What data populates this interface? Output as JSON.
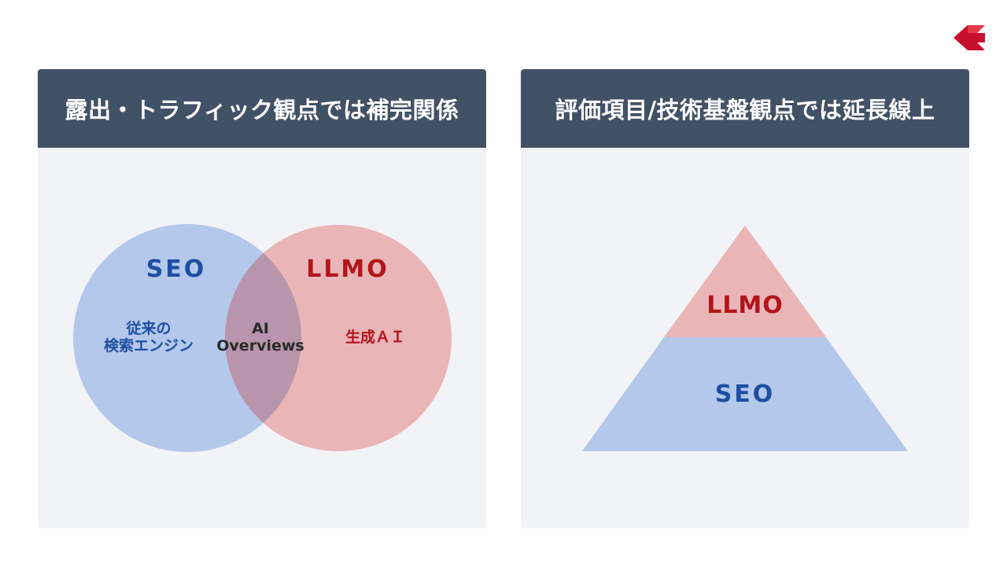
{
  "left_panel": {
    "title": "露出・トラフィック観点では補完関係",
    "venn": {
      "left_set": {
        "name": "SEO",
        "description": "従来の\n検索エンジン",
        "color": "#b3c8eb"
      },
      "right_set": {
        "name": "LLMO",
        "description": "生成ＡＩ",
        "color": "#e9b5b7"
      },
      "overlap": {
        "description": "AI\nOverviews",
        "color": "#b895ad"
      }
    }
  },
  "right_panel": {
    "title": "評価項目/技術基盤観点では延長線上",
    "pyramid": {
      "top_layer": {
        "name": "LLMO",
        "color": "#e9b5b7"
      },
      "base_layer": {
        "name": "SEO",
        "color": "#b3c8eb"
      }
    }
  },
  "colors": {
    "header_bg": "#425266",
    "panel_bg": "#f2f3f7",
    "seo_text": "#1e4fa3",
    "llmo_text": "#b3141b",
    "logo": "#c8102e"
  }
}
